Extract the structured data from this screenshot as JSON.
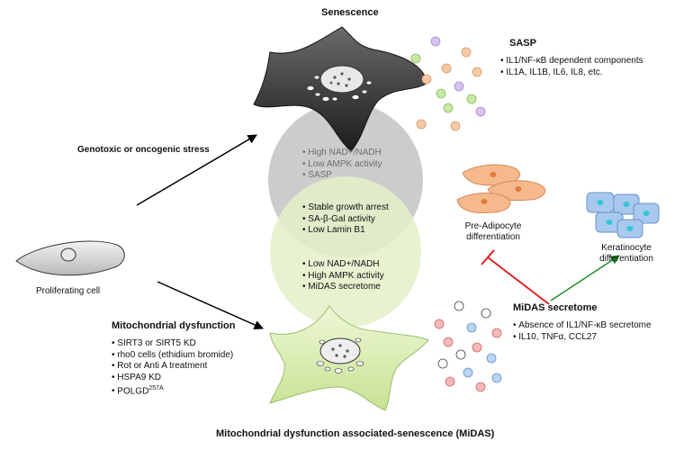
{
  "senescence_title": "Senescence",
  "sasp": {
    "title": "SASP",
    "items": [
      "IL1/NF-κB dependent components",
      "IL1A, IL1B, IL6, IL8, etc."
    ]
  },
  "genotoxic_label": "Genotoxic or oncogenic stress",
  "proliferating_label": "Proliferating cell",
  "venn": {
    "top_items": [
      "High NAD+/NADH",
      "Low AMPK activity",
      "SASP"
    ],
    "overlap_items": [
      "Stable growth arrest",
      "SA-β-Gal activity",
      "Low Lamin B1"
    ],
    "bottom_items": [
      "Low NAD+/NADH",
      "High AMPK activity",
      "MiDAS secretome"
    ]
  },
  "preadipocyte_label": [
    "Pre-Adipocyte",
    "differentiation"
  ],
  "keratinocyte_label": [
    "Keratinocyte",
    "differentiation"
  ],
  "midas_secretome": {
    "title": "MiDAS secretome",
    "items": [
      "Absence of IL1/NF-κB secretome",
      "IL10, TNFα, CCL27"
    ]
  },
  "mito": {
    "title": "Mitochondrial dysfunction",
    "items": [
      "SIRT3 or SIRT5 KD",
      "rho0 cells (ethidium bromide)",
      "Rot or Anti A treatment",
      "HSPA9 KD"
    ],
    "polg_main": "POLGD",
    "polg_sup": "257A"
  },
  "midas_title": "Mitochondrial dysfunction associated-senescence (MiDAS)",
  "colors": {
    "venn_top": "#c8c8c8",
    "venn_bottom": "#e2f0c8",
    "senescent_cell": "#2e2e2e",
    "midas_cell": "#d6eaa6",
    "inhibit_arrow": "#e02020",
    "activate_arrow": "#1e8c2a",
    "adipocyte": "#f6b98c",
    "keratinocyte": "#a9c8ee"
  }
}
